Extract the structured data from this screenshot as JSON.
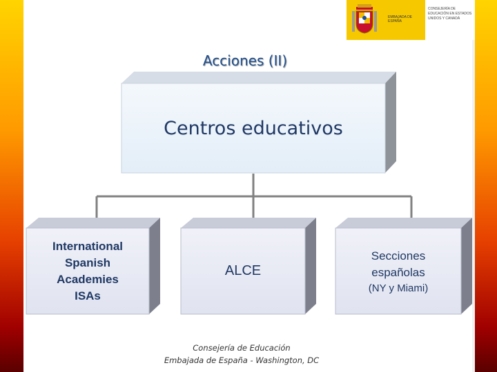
{
  "header": {
    "logo_text_left": "EMBAJADA DE ESPAÑA",
    "logo_text_right": "CONSEJERÍA DE EDUCACIÓN EN ESTADOS UNIDOS Y CANADÁ"
  },
  "title": "Acciones (II)",
  "diagram": {
    "root": "Centros educativos",
    "children": [
      {
        "lines": [
          "International",
          "Spanish",
          "Academies",
          "ISAs"
        ]
      },
      {
        "lines": [
          "ALCE"
        ]
      },
      {
        "lines": [
          "Secciones",
          "españolas"
        ],
        "sub": "(NY y Miami)"
      }
    ]
  },
  "footer": {
    "line1": "Consejería de Educación",
    "line2": "Embajada de España - Washington, DC"
  },
  "colors": {
    "box_fill": "#eef4fb",
    "child_fill": "#e8eaf4",
    "text": "#1f3864",
    "title": "#1f4e8c",
    "connector": "#808080"
  }
}
